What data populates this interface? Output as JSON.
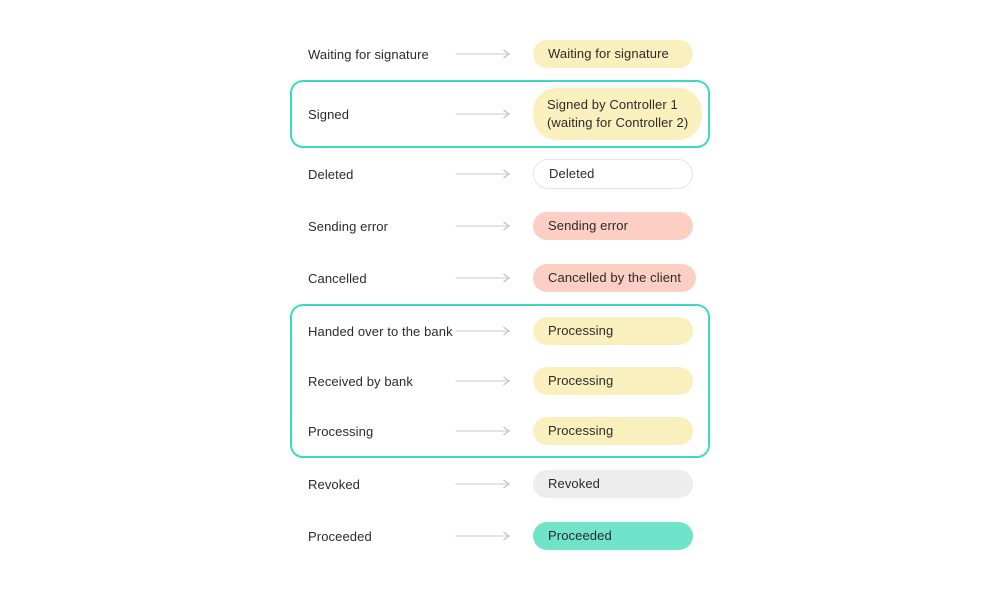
{
  "colors": {
    "background": "#ffffff",
    "text": "#2b2b2b",
    "badge-yellow": "#faf0be",
    "badge-pink": "#fccec4",
    "badge-teal": "#70e3cb",
    "badge-gray": "#ededed",
    "badge-white-border": "#e4e4e4",
    "highlight-border": "#3fd9c1",
    "arrow": "#dcdcdc",
    "arrow-head": "#c2c2c2"
  },
  "rows": [
    {
      "label": "Waiting for signature",
      "badge": "Waiting for signature",
      "badge_type": "yellow"
    },
    {
      "label": "Signed",
      "badge": "Signed by Controller 1 (waiting for Controller 2)",
      "lines": [
        "Signed by Controller 1",
        "(waiting for Controller 2)"
      ],
      "badge_type": "yellow",
      "group": "signed-highlight"
    },
    {
      "label": "Deleted",
      "badge": "Deleted",
      "badge_type": "white"
    },
    {
      "label": "Sending error",
      "badge": "Sending error",
      "badge_type": "pink"
    },
    {
      "label": "Cancelled",
      "badge": "Cancelled by the client",
      "badge_type": "pink"
    },
    {
      "label": "Handed over to the bank",
      "badge": "Processing",
      "badge_type": "yellow",
      "group": "processing-highlight"
    },
    {
      "label": "Received by bank",
      "badge": "Processing",
      "badge_type": "yellow",
      "group": "processing-highlight"
    },
    {
      "label": "Processing",
      "badge": "Processing",
      "badge_type": "yellow",
      "group": "processing-highlight"
    },
    {
      "label": "Revoked",
      "badge": "Revoked",
      "badge_type": "gray"
    },
    {
      "label": "Proceeded",
      "badge": "Proceeded",
      "badge_type": "teal"
    }
  ],
  "highlight_groups": [
    {
      "id": "signed-highlight",
      "row_indexes": [
        1
      ]
    },
    {
      "id": "processing-highlight",
      "row_indexes": [
        5,
        6,
        7
      ]
    }
  ]
}
